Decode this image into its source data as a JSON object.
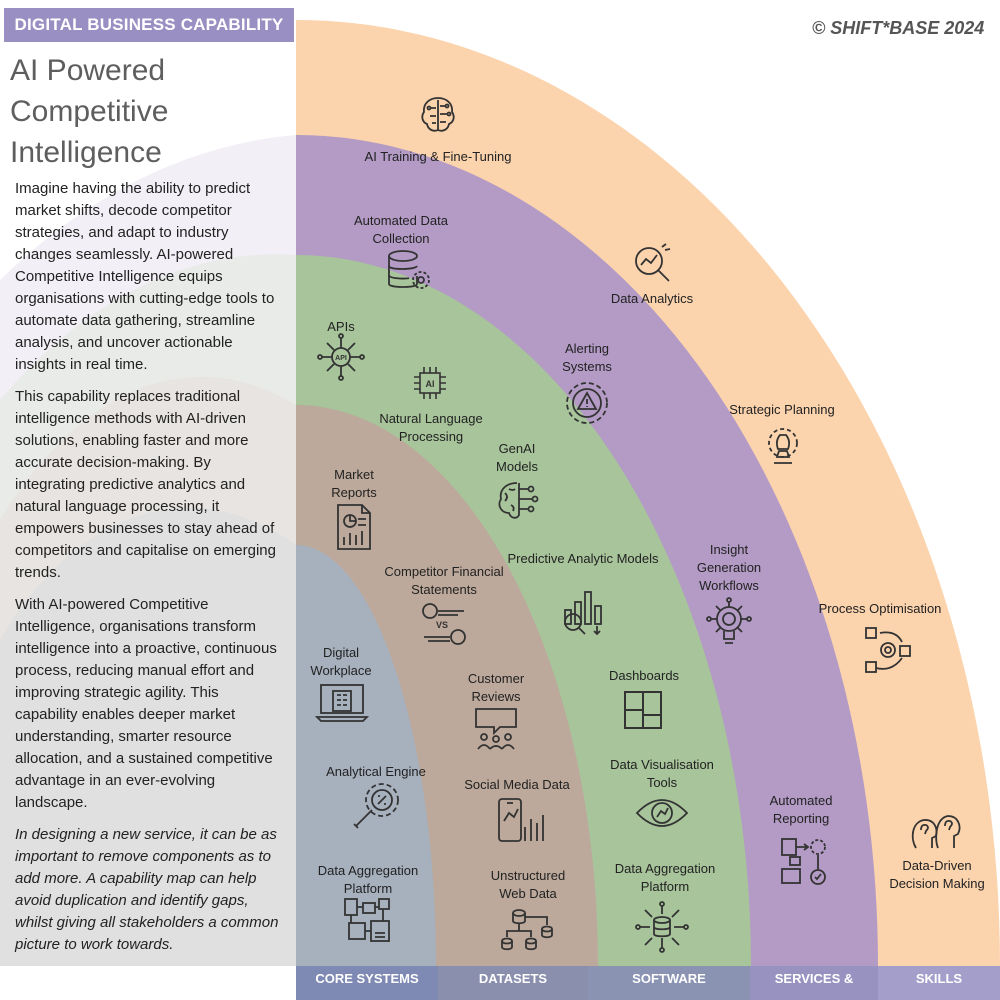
{
  "banner": "DIGITAL BUSINESS CAPABILITY",
  "title": "AI Powered Competitive Intelligence",
  "copyright": "© SHIFT*BASE 2024",
  "intro": {
    "p1": "Imagine having the ability to predict market shifts, decode competitor strategies, and adapt to industry changes seamlessly. AI-powered Competitive Intelligence equips organisations with cutting-edge tools to automate data gathering, streamline analysis, and uncover actionable insights in real time.",
    "p2": "This capability replaces traditional intelligence methods with AI-driven solutions, enabling faster and more accurate decision-making. By integrating predictive analytics and natural language processing, it empowers businesses to stay ahead of competitors and capitalise on emerging trends.",
    "p3": "With AI-powered Competitive Intelligence, organisations transform intelligence into a proactive, continuous process, reducing manual effort and improving strategic agility. This capability enables deeper market understanding, smarter resource allocation, and a sustained competitive advantage in an ever-evolving landscape.",
    "note": "In designing a new service, it can be as important to remove components as to add more. A capability map can help avoid duplication and identify gaps, whilst giving all stakeholders a common picture to work towards."
  },
  "colors": {
    "skills": "#fbd3ad",
    "services": "#b39bc5",
    "software": "#a8c49b",
    "datasets": "#bca99b",
    "core": "#a7b0bd",
    "banner": "#9a8fc2"
  },
  "categories": {
    "core": "CORE SYSTEMS",
    "datasets": "DATASETS",
    "software": "SOFTWARE",
    "services": "SERVICES & PROCESS",
    "skills": "SKILLS"
  },
  "items": {
    "ai_training": {
      "label": "AI Training & Fine-Tuning",
      "icon": "brain-circuit-icon"
    },
    "data_analytics": {
      "label": "Data Analytics",
      "icon": "magnifier-chart-icon"
    },
    "strategic_planning": {
      "label": "Strategic Planning",
      "icon": "chess-gear-icon"
    },
    "process_optimisation": {
      "label": "Process Optimisation",
      "icon": "process-cycle-icon"
    },
    "data_driven": {
      "label": "Data-Driven Decision Making",
      "icon": "question-heads-icon"
    },
    "automated_collection": {
      "label": "Automated Data Collection",
      "icon": "database-gear-icon"
    },
    "alerting": {
      "label": "Alerting Systems",
      "icon": "alert-gear-icon"
    },
    "insight_workflows": {
      "label": "Insight Generation Workflows",
      "icon": "bulb-network-icon"
    },
    "automated_reporting": {
      "label": "Automated Reporting",
      "icon": "report-flow-icon"
    },
    "apis": {
      "label": "APIs",
      "icon": "api-network-icon"
    },
    "nlp": {
      "label": "Natural Language Processing",
      "icon": "ai-chip-icon"
    },
    "genai": {
      "label": "GenAI Models",
      "icon": "brain-nodes-icon"
    },
    "predictive": {
      "label": "Predictive Analytic Models",
      "icon": "predictive-chart-icon"
    },
    "dashboards": {
      "label": "Dashboards",
      "icon": "dashboard-icon"
    },
    "data_vis": {
      "label": "Data Visualisation Tools",
      "icon": "eye-chart-icon"
    },
    "data_agg_software": {
      "label": "Data Aggregation Platform",
      "icon": "database-network-icon"
    },
    "market_reports": {
      "label": "Market Reports",
      "icon": "report-document-icon"
    },
    "competitor_financial": {
      "label": "Competitor Financial Statements",
      "icon": "versus-profiles-icon"
    },
    "customer_reviews": {
      "label": "Customer Reviews",
      "icon": "review-people-icon"
    },
    "social_media": {
      "label": "Social Media Data",
      "icon": "phone-chart-icon"
    },
    "unstructured_web": {
      "label": "Unstructured Web Data",
      "icon": "data-hierarchy-icon"
    },
    "digital_workplace": {
      "label": "Digital Workplace",
      "icon": "laptop-building-icon"
    },
    "analytical_engine": {
      "label": "Analytical Engine",
      "icon": "gear-search-icon"
    },
    "data_agg_core": {
      "label": "Data Aggregation Platform",
      "icon": "circuit-board-icon"
    }
  }
}
